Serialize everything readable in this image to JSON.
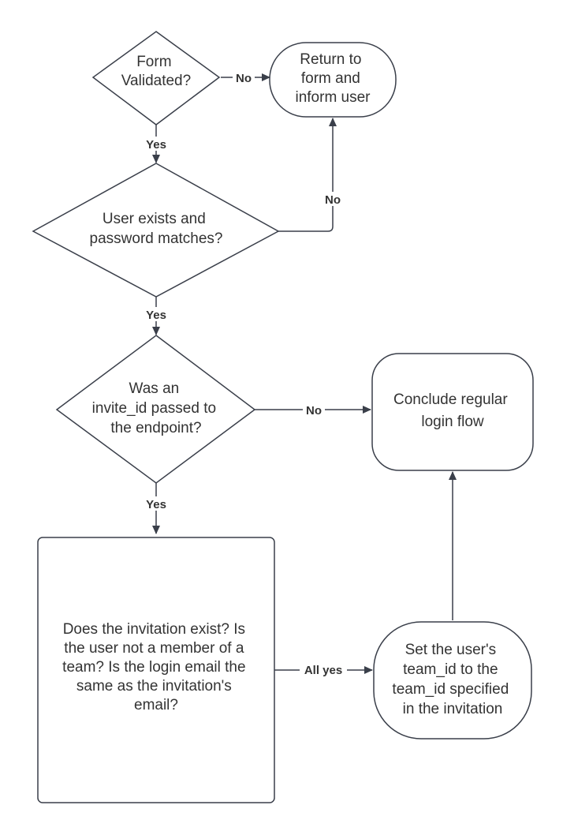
{
  "nodes": {
    "form_validated": {
      "lines": [
        "Form",
        "Validated?"
      ]
    },
    "return_to_form": {
      "lines": [
        "Return to",
        "form and",
        "inform user"
      ]
    },
    "user_exists": {
      "lines": [
        "User exists and",
        "password matches?"
      ]
    },
    "invite_id": {
      "lines": [
        "Was an",
        "invite_id passed to",
        "the endpoint?"
      ]
    },
    "conclude_login": {
      "lines": [
        "Conclude regular",
        "login flow"
      ]
    },
    "invitation_checks": {
      "lines": [
        "Does the invitation exist? Is",
        "the user not a member of a",
        "team? Is the login email the",
        "same as the invitation's",
        "email?"
      ]
    },
    "set_team": {
      "lines": [
        "Set the user's",
        "team_id to the",
        "team_id specified",
        "in the invitation"
      ]
    }
  },
  "edges": {
    "form_no": "No",
    "form_yes": "Yes",
    "user_no": "No",
    "user_yes": "Yes",
    "invite_no": "No",
    "invite_yes": "Yes",
    "checks_all_yes": "All yes"
  },
  "colors": {
    "stroke": "#3a3f4a",
    "text": "#333333",
    "background": "#ffffff"
  }
}
